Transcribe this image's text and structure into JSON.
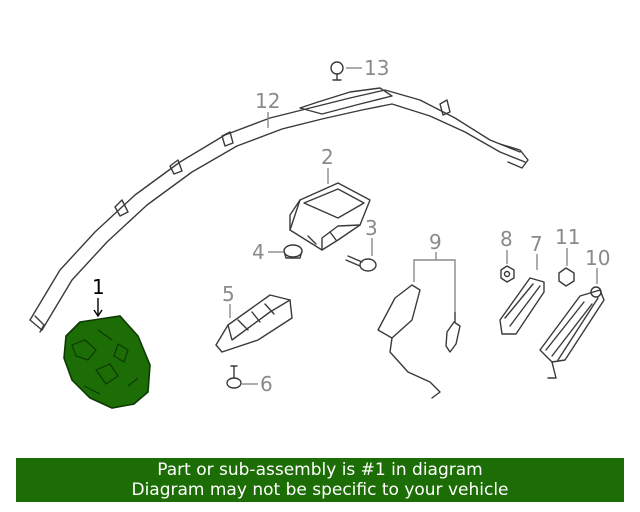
{
  "callouts": {
    "c1": "1",
    "c2": "2",
    "c3": "3",
    "c4": "4",
    "c5": "5",
    "c6": "6",
    "c7": "7",
    "c8": "8",
    "c9": "9",
    "c10": "10",
    "c11": "11",
    "c12": "12",
    "c13": "13"
  },
  "banner": {
    "line1": "Part or sub-assembly is #1 in diagram",
    "line2": "Diagram may not be specific to your vehicle"
  },
  "colors": {
    "highlight": "#1d6d06",
    "banner_bg": "#1d6d06",
    "callout_gray": "#8a8a8a",
    "line_art": "#3a3a3a"
  }
}
